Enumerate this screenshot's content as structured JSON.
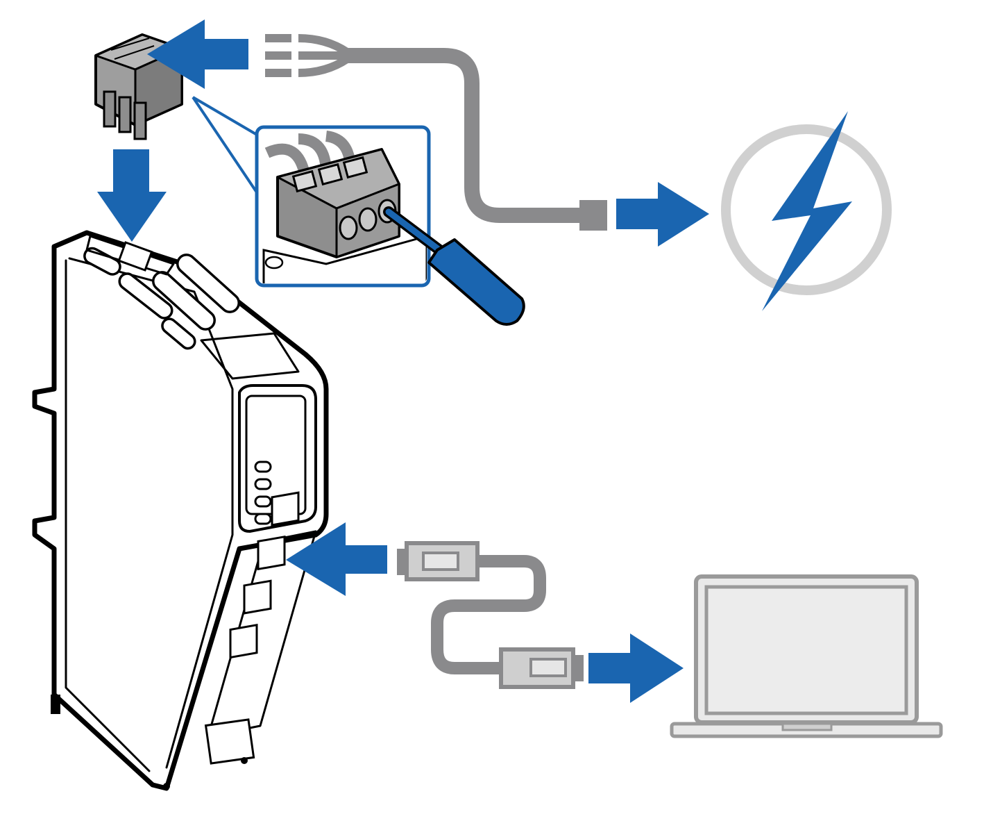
{
  "colors": {
    "accent_blue": "#1a65b0",
    "cable_gray": "#8a8a8c",
    "ring_gray": "#d0d0d0",
    "laptop_fill": "#e9e9e9",
    "laptop_stroke": "#9a9a9a",
    "connector_gray": "#9e9e9e",
    "device_outline": "#000000"
  },
  "icons": {
    "power": "lightning-bolt-icon",
    "computer": "laptop-icon",
    "device": "din-rail-gateway",
    "terminal": "terminal-block-connector",
    "tool": "screwdriver-icon",
    "cable": "ethernet-cable"
  },
  "arrows": [
    {
      "name": "wires-to-connector",
      "direction": "left"
    },
    {
      "name": "connector-to-device",
      "direction": "down"
    },
    {
      "name": "cable-to-power",
      "direction": "right"
    },
    {
      "name": "cable-to-device-port",
      "direction": "left"
    },
    {
      "name": "cable-to-laptop",
      "direction": "right"
    }
  ],
  "led_count": 4,
  "ethernet_port_count": 4
}
